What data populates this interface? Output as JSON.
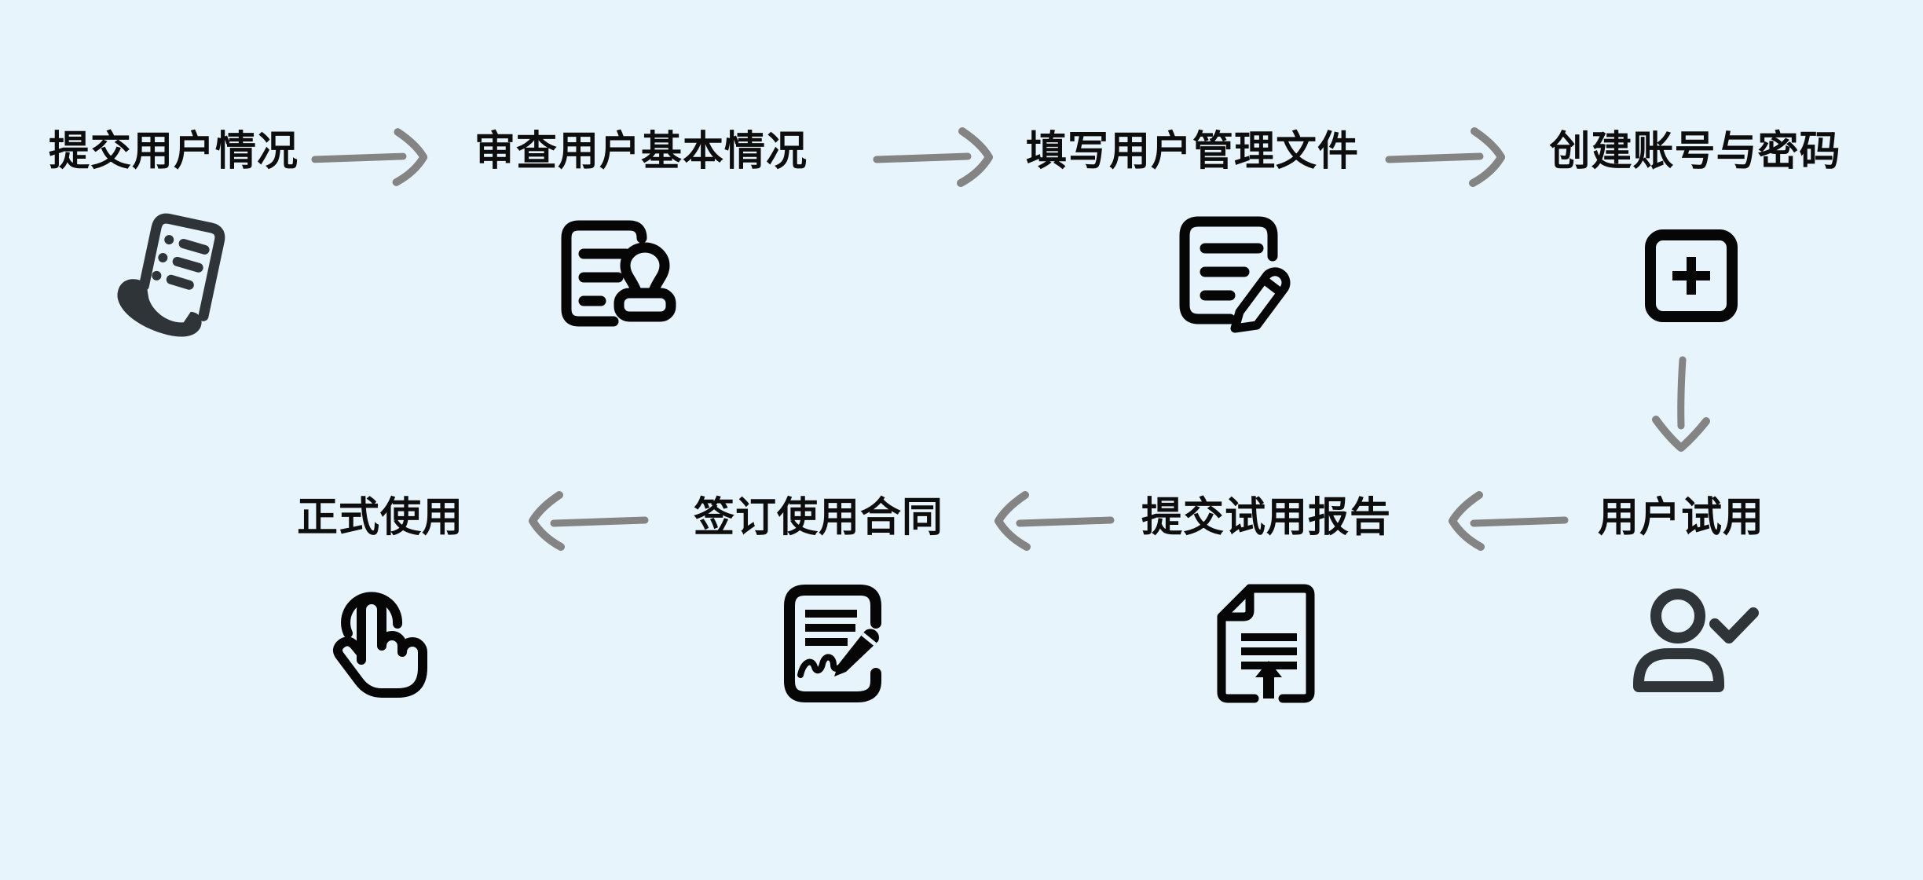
{
  "meta": {
    "background_color": "#e8f4fc",
    "arrow_color": "#848484",
    "icon_color_black": "#060606",
    "icon_color_charcoal": "#2f3439",
    "text_color": "#0d0d0d"
  },
  "flow": {
    "top_row": {
      "direction": "left-to-right",
      "steps": [
        {
          "label": "提交用户情况",
          "icon": "receipt-icon"
        },
        {
          "label": "审查用户基本情况",
          "icon": "document-stamp-icon"
        },
        {
          "label": "填写用户管理文件",
          "icon": "document-edit-icon"
        },
        {
          "label": "创建账号与密码",
          "icon": "add-square-icon"
        }
      ]
    },
    "connector": {
      "type": "down-arrow"
    },
    "bottom_row": {
      "direction": "right-to-left",
      "steps": [
        {
          "label": "用户试用",
          "icon": "user-check-icon"
        },
        {
          "label": "提交试用报告",
          "icon": "document-upload-icon"
        },
        {
          "label": "签订使用合同",
          "icon": "contract-sign-icon"
        },
        {
          "label": "正式使用",
          "icon": "hand-tap-icon"
        }
      ]
    }
  }
}
